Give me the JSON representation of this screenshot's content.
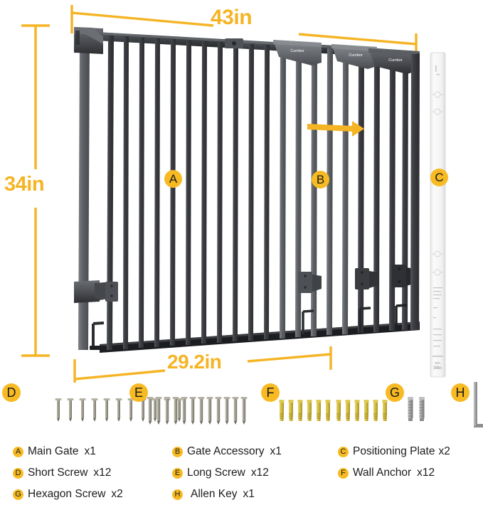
{
  "dimensions": {
    "top": "43in",
    "left": "34in",
    "bottom": "29.2in"
  },
  "callouts": [
    {
      "key": "A",
      "label": "A"
    },
    {
      "key": "B",
      "label": "B"
    },
    {
      "key": "C",
      "label": "C"
    }
  ],
  "part_badges": [
    {
      "key": "D",
      "label": "D"
    },
    {
      "key": "E",
      "label": "E"
    },
    {
      "key": "F",
      "label": "F"
    },
    {
      "key": "G",
      "label": "G"
    },
    {
      "key": "H",
      "label": "H"
    }
  ],
  "brand": {
    "name": "Cumbor"
  },
  "legend": [
    [
      {
        "badge": "A",
        "name": "Main Gate",
        "qty": "x1"
      },
      {
        "badge": "B",
        "name": "Gate Accessory",
        "qty": "x1"
      },
      {
        "badge": "C",
        "name": "Positioning Plate",
        "qty": "x2"
      }
    ],
    [
      {
        "badge": "D",
        "name": "Short Screw",
        "qty": "x12"
      },
      {
        "badge": "E",
        "name": "Long Screw",
        "qty": "x12"
      },
      {
        "badge": "F",
        "name": "Wall Anchor",
        "qty": "x12"
      }
    ],
    [
      {
        "badge": "G",
        "name": "Hexagon Screw",
        "qty": "x2"
      },
      {
        "badge": "H",
        "name": "Allen Key",
        "qty": "x1"
      }
    ]
  ],
  "colors": {
    "accent": "#F5B424",
    "badge": "#F7BA23",
    "gate_dark": "#3a3c40",
    "gate_mid": "#5c5f64",
    "gate_black": "#232427",
    "screw_silver": "#9a9789",
    "anchor_yellow": "#d8c04a",
    "plate_white": "#f4f4f4",
    "text": "#1c1c1c"
  },
  "counts": {
    "short_screws": 12,
    "long_screws": 12,
    "wall_anchors": 12,
    "hexagon_screws": 2,
    "allen_keys": 1
  }
}
